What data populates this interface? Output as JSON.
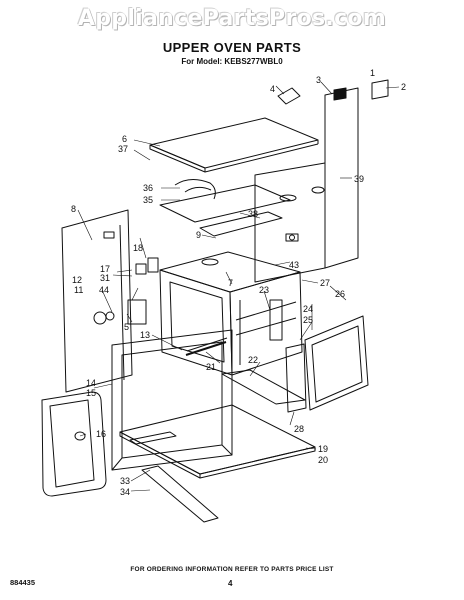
{
  "watermark": "AppliancePartsPros.com",
  "title": "UPPER OVEN PARTS",
  "model_line": "For Model: KEBS277WBL0",
  "footer": {
    "ordering": "FOR ORDERING INFORMATION REFER TO PARTS PRICE LIST",
    "page_number": "4",
    "code": "884435"
  },
  "callouts": {
    "p1": "1",
    "p2": "2",
    "p3": "3",
    "p4": "4",
    "p5": "5",
    "p6": "6",
    "p7": "7",
    "p8": "8",
    "p9": "9",
    "p11": "11",
    "p12": "12",
    "p13": "13",
    "p14": "14",
    "p15": "15",
    "p16": "16",
    "p17": "17",
    "p18": "18",
    "p19": "19",
    "p20": "20",
    "p21": "21",
    "p22": "22",
    "p23": "23",
    "p24": "24",
    "p25": "25",
    "p26": "26",
    "p27": "27",
    "p28": "28",
    "p31": "31",
    "p33": "33",
    "p34": "34",
    "p35": "35",
    "p36": "36",
    "p37": "37",
    "p38": "38",
    "p39": "39",
    "p43": "43",
    "p44": "44"
  }
}
